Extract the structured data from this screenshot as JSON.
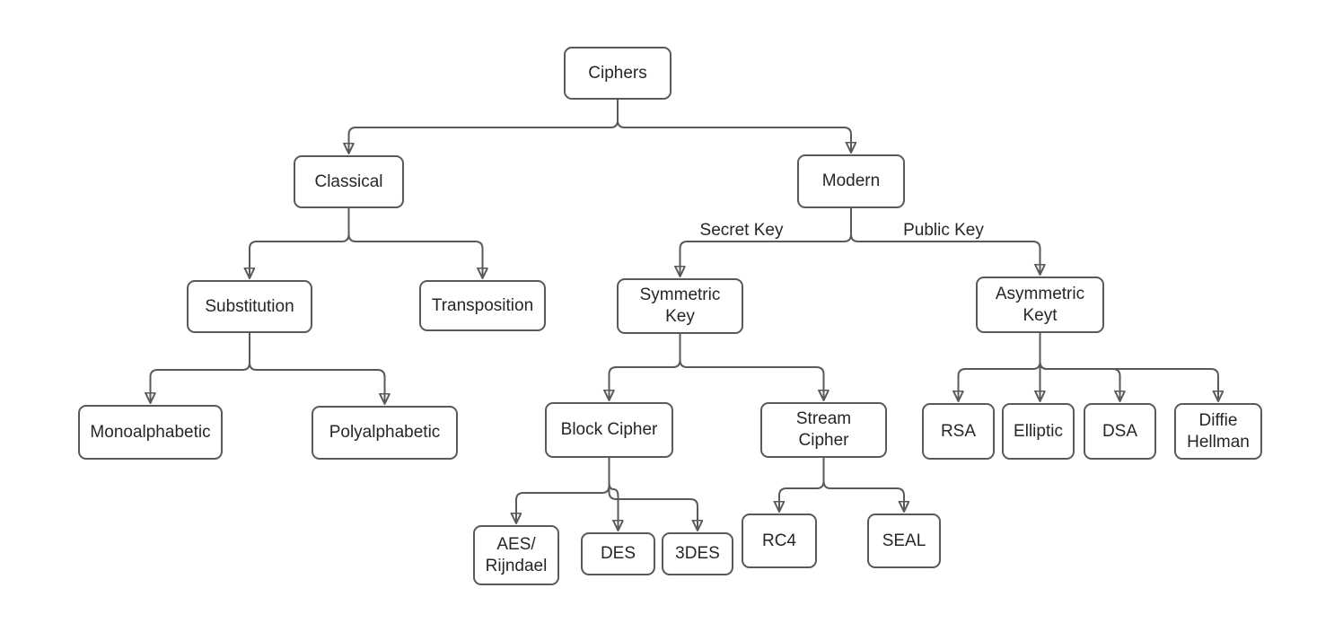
{
  "colors": {
    "background": "#ffffff",
    "node_fill": "#ffffff",
    "stroke": "#595959",
    "text": "#262626"
  },
  "nodes": [
    {
      "id": "ciphers",
      "label": "Ciphers"
    },
    {
      "id": "classical",
      "label": "Classical"
    },
    {
      "id": "modern",
      "label": "Modern"
    },
    {
      "id": "substitution",
      "label": "Substitution"
    },
    {
      "id": "transposition",
      "label": "Transposition"
    },
    {
      "id": "symmetric-key",
      "label": "Symmetric\nKey"
    },
    {
      "id": "asymmetric-keyt",
      "label": "Asymmetric\nKeyt"
    },
    {
      "id": "monoalphabetic",
      "label": "Monoalphabetic"
    },
    {
      "id": "polyalphabetic",
      "label": "Polyalphabetic"
    },
    {
      "id": "block-cipher",
      "label": "Block Cipher"
    },
    {
      "id": "stream-cipher",
      "label": "Stream\nCipher"
    },
    {
      "id": "aes-rijndael",
      "label": "AES/\nRijndael"
    },
    {
      "id": "des",
      "label": "DES"
    },
    {
      "id": "3des",
      "label": "3DES"
    },
    {
      "id": "rc4",
      "label": "RC4"
    },
    {
      "id": "seal",
      "label": "SEAL"
    },
    {
      "id": "rsa",
      "label": "RSA"
    },
    {
      "id": "elliptic",
      "label": "Elliptic"
    },
    {
      "id": "dsa",
      "label": "DSA"
    },
    {
      "id": "diffie-hellman",
      "label": "Diffie\nHellman"
    }
  ],
  "edges": [
    {
      "from": "Ciphers",
      "to": "Classical"
    },
    {
      "from": "Ciphers",
      "to": "Modern"
    },
    {
      "from": "Classical",
      "to": "Substitution"
    },
    {
      "from": "Classical",
      "to": "Transposition"
    },
    {
      "from": "Modern",
      "to": "Symmetric Key",
      "label": "Secret Key"
    },
    {
      "from": "Modern",
      "to": "Asymmetric Keyt",
      "label": "Public Key"
    },
    {
      "from": "Substitution",
      "to": "Monoalphabetic"
    },
    {
      "from": "Substitution",
      "to": "Polyalphabetic"
    },
    {
      "from": "Symmetric Key",
      "to": "Block Cipher"
    },
    {
      "from": "Symmetric Key",
      "to": "Stream Cipher"
    },
    {
      "from": "Block Cipher",
      "to": "AES/ Rijndael"
    },
    {
      "from": "Block Cipher",
      "to": "DES"
    },
    {
      "from": "Block Cipher",
      "to": "3DES"
    },
    {
      "from": "Stream Cipher",
      "to": "RC4"
    },
    {
      "from": "Stream Cipher",
      "to": "SEAL"
    },
    {
      "from": "Asymmetric Keyt",
      "to": "RSA"
    },
    {
      "from": "Asymmetric Keyt",
      "to": "Elliptic"
    },
    {
      "from": "Asymmetric Keyt",
      "to": "DSA"
    },
    {
      "from": "Asymmetric Keyt",
      "to": "Diffie Hellman"
    }
  ]
}
